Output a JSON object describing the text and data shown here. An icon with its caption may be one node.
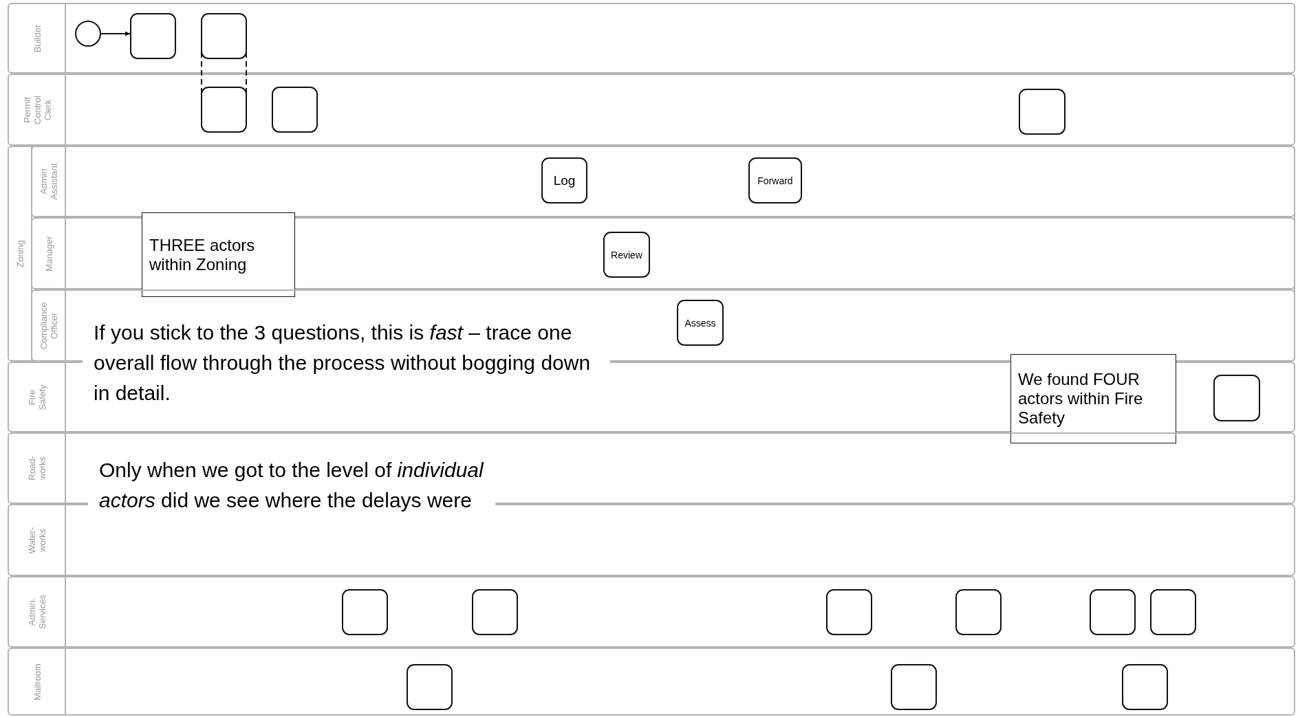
{
  "diagram": {
    "nodes": [
      {
        "text": [
          "Builder"
        ]
      },
      {
        "text": [],
        "shape": "circle",
        "in": 0
      },
      {
        "text": [],
        "shape": "box",
        "in": 0
      },
      {
        "text": [],
        "shape": "box",
        "in": 0
      },
      {
        "text": [
          "Permit Control Clerk"
        ]
      },
      {
        "text": [],
        "shape": "box",
        "in": 4
      },
      {
        "text": [],
        "shape": "box",
        "in": 4
      },
      {
        "text": [],
        "shape": "box",
        "in": 4
      },
      {
        "text": [
          "Zoning"
        ]
      },
      {
        "text": [
          "Admin Assistant"
        ],
        "in": 8
      },
      {
        "text": [
          "Log"
        ],
        "in": 9
      },
      {
        "text": [
          "Forward"
        ],
        "in": 9
      },
      {
        "text": [
          "Manager"
        ],
        "in": 8
      },
      {
        "text": [
          "THREE actors within Zoning"
        ],
        "in": 8
      },
      {
        "text": [
          "Review"
        ],
        "in": 12
      },
      {
        "text": [
          "Compliance Officer"
        ],
        "in": 8
      },
      {
        "text": [
          "Assess"
        ],
        "in": 15
      },
      {
        "text": [
          "Fire Safety"
        ]
      },
      {
        "text": [
          "We found FOUR actors within Fire Safety"
        ]
      },
      {
        "text": [],
        "shape": "box",
        "in": 17
      },
      {
        "text": [
          "Road- works"
        ]
      },
      {
        "text": [
          "Water- works"
        ]
      },
      {
        "text": [
          "Admin. Services"
        ]
      },
      {
        "text": [],
        "shape": "box",
        "in": 22
      },
      {
        "text": [],
        "shape": "box",
        "in": 22
      },
      {
        "text": [],
        "shape": "box",
        "in": 22
      },
      {
        "text": [],
        "shape": "box",
        "in": 22
      },
      {
        "text": [],
        "shape": "box",
        "in": 22
      },
      {
        "text": [],
        "shape": "box",
        "in": 22
      },
      {
        "text": [
          "Mailroom"
        ]
      },
      {
        "text": [],
        "shape": "box",
        "in": 29
      },
      {
        "text": [],
        "shape": "box",
        "in": 29
      },
      {
        "text": [],
        "shape": "box",
        "in": 29
      }
    ],
    "edges": [
      {
        "from": 1,
        "to": 2,
        "arrow": "to"
      },
      {
        "from": 3,
        "to": 5,
        "arrow": "none",
        "style": "dashed"
      }
    ],
    "labels": [
      "If you stick to the 3 questions, this is *fast*  – trace one overall flow through the process without bogging down in detail.",
      "Only when we got to the level of *individual actors* did we see where the delays were"
    ]
  }
}
